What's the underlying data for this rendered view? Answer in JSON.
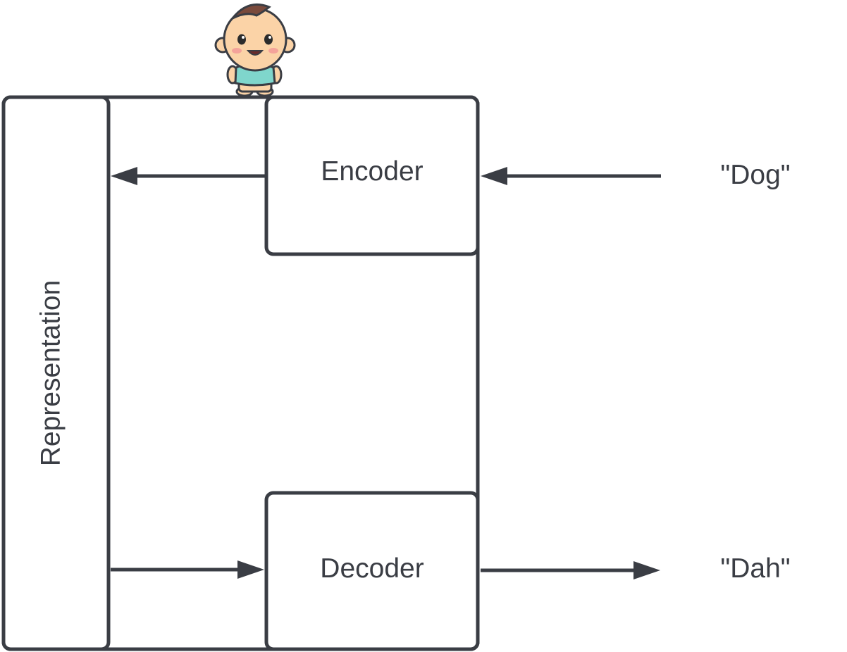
{
  "labels": {
    "representation": "Representation",
    "encoder": "Encoder",
    "decoder": "Decoder",
    "input_word": "\"Dog\"",
    "output_word": "\"Dah\""
  },
  "mascot": {
    "icon": "baby-icon"
  },
  "colors": {
    "stroke": "#3a3d44",
    "text": "#3a3d44",
    "skin": "#fbd3a7",
    "hair": "#7a4a3c",
    "shirt": "#7fd6cc"
  }
}
